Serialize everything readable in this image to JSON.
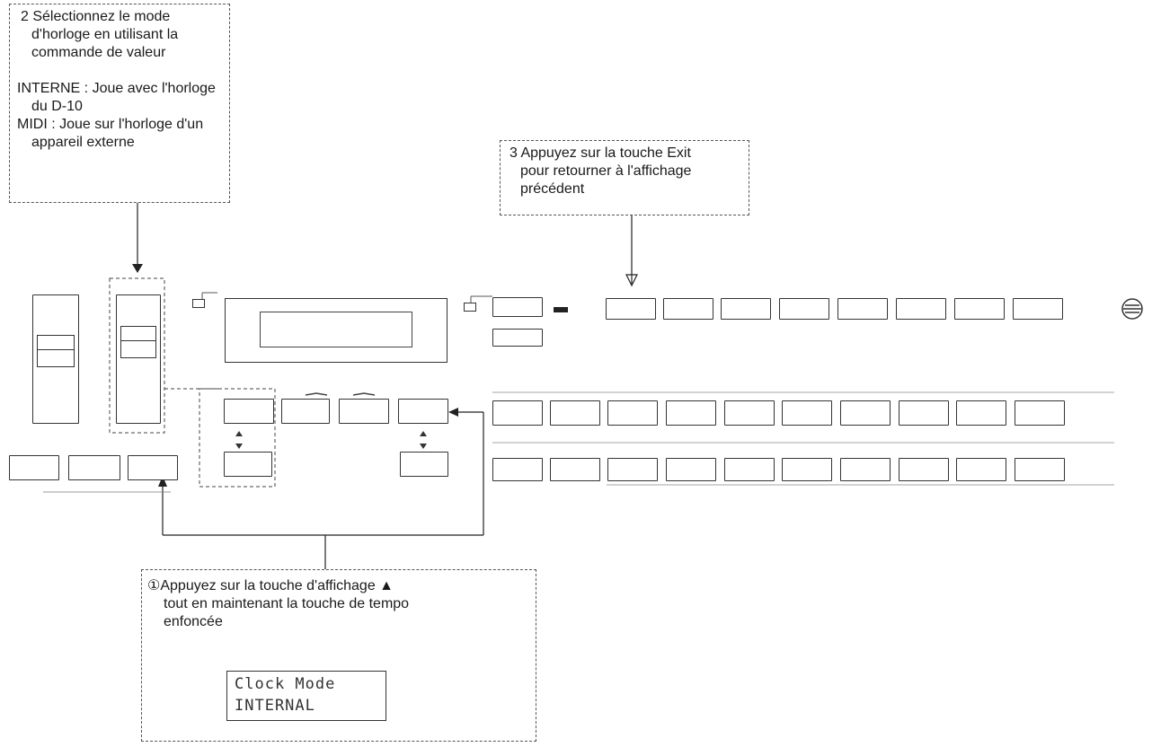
{
  "callouts": {
    "step2": {
      "lines": [
        "2 Sélectionnez le mode",
        "d'horloge en utilisant la",
        "commande de valeur",
        "INTERNE : Joue avec l'horloge",
        "du D-10",
        "MIDI : Joue sur l'horloge d'un",
        "appareil externe"
      ]
    },
    "step3": {
      "lines": [
        "3 Appuyez sur la touche Exit",
        "pour retourner à l'affichage",
        "précédent"
      ]
    },
    "step1": {
      "lines": [
        "①Appuyez sur la touche d'affichage ▲",
        "tout en maintenant la touche de tempo",
        "enfoncée"
      ]
    }
  },
  "lcd": {
    "line1": "Clock Mode",
    "line2": "INTERNAL"
  }
}
